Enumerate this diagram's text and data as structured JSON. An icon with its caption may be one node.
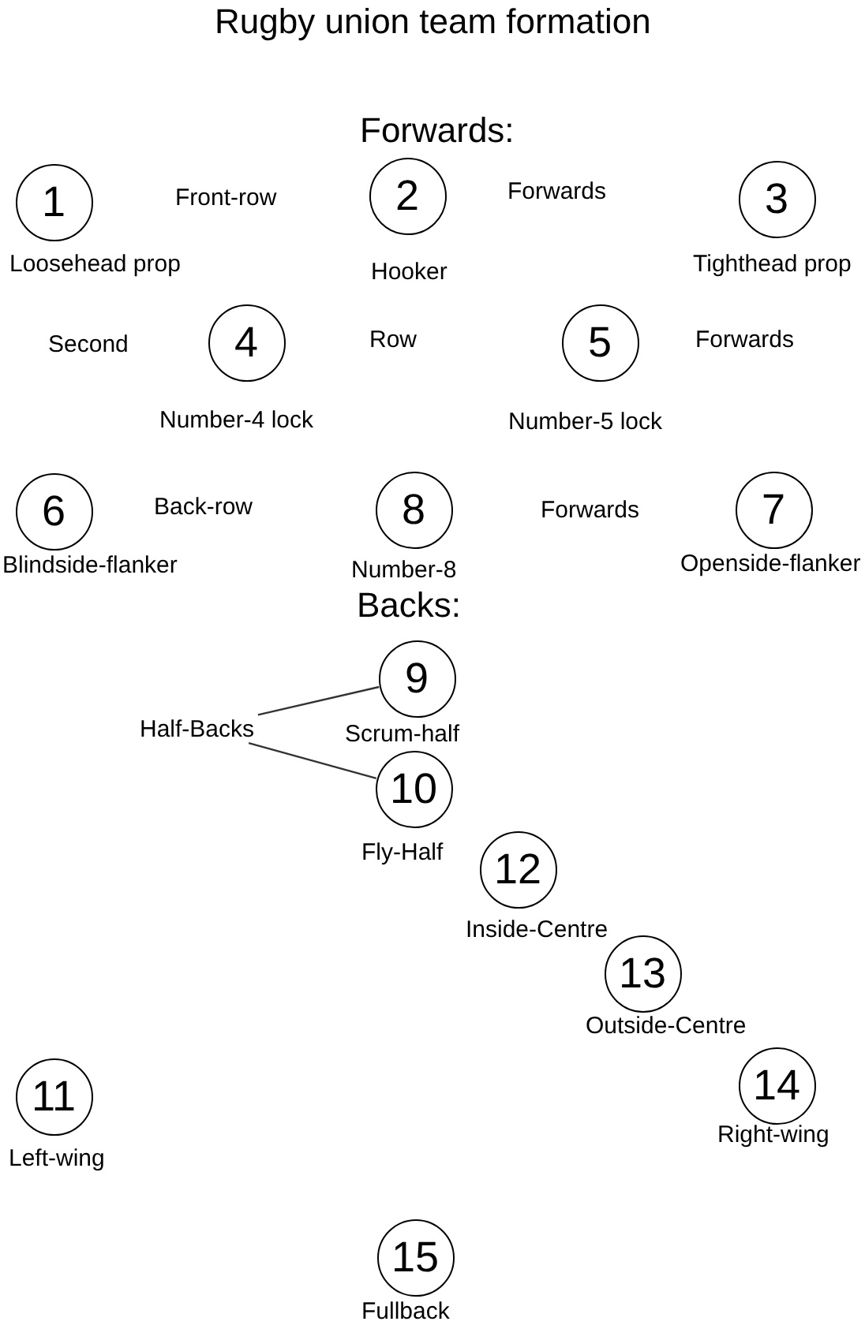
{
  "diagram": {
    "title": "Rugby union team formation",
    "nodes": [
      {
        "text": [
          "1"
        ],
        "beside": [
          "Loosehead prop"
        ]
      },
      {
        "text": [
          "2"
        ],
        "beside": [
          "Hooker"
        ]
      },
      {
        "text": [
          "3"
        ],
        "beside": [
          "Tighthead prop"
        ]
      },
      {
        "text": [
          "4"
        ],
        "beside": [
          "Number-4 lock"
        ]
      },
      {
        "text": [
          "5"
        ],
        "beside": [
          "Number-5 lock"
        ]
      },
      {
        "text": [
          "6"
        ],
        "beside": [
          "Blindside-flanker"
        ]
      },
      {
        "text": [
          "8"
        ],
        "beside": [
          "Number-8"
        ]
      },
      {
        "text": [
          "7"
        ],
        "beside": [
          "Openside-flanker"
        ]
      },
      {
        "text": [
          "9"
        ],
        "beside": [
          "Scrum-half"
        ]
      },
      {
        "text": [
          "Half-Backs"
        ]
      },
      {
        "text": [
          "10"
        ],
        "beside": [
          "Fly-Half"
        ]
      },
      {
        "text": [
          "12"
        ],
        "beside": [
          "Inside-Centre"
        ]
      },
      {
        "text": [
          "13"
        ],
        "beside": [
          "Outside-Centre"
        ]
      },
      {
        "text": [
          "11"
        ],
        "beside": [
          "Left-wing"
        ]
      },
      {
        "text": [
          "14"
        ],
        "beside": [
          "Right-wing"
        ]
      },
      {
        "text": [
          "15"
        ],
        "beside": [
          "Fullback"
        ]
      }
    ],
    "edges": [
      {
        "from": 9,
        "to": 8,
        "arrow": "none"
      },
      {
        "from": 9,
        "to": 10,
        "arrow": "none"
      }
    ],
    "labels": [
      "Forwards:",
      "Front-row",
      "Forwards",
      "Second",
      "Row",
      "Forwards",
      "Back-row",
      "Forwards",
      "Backs:"
    ]
  }
}
